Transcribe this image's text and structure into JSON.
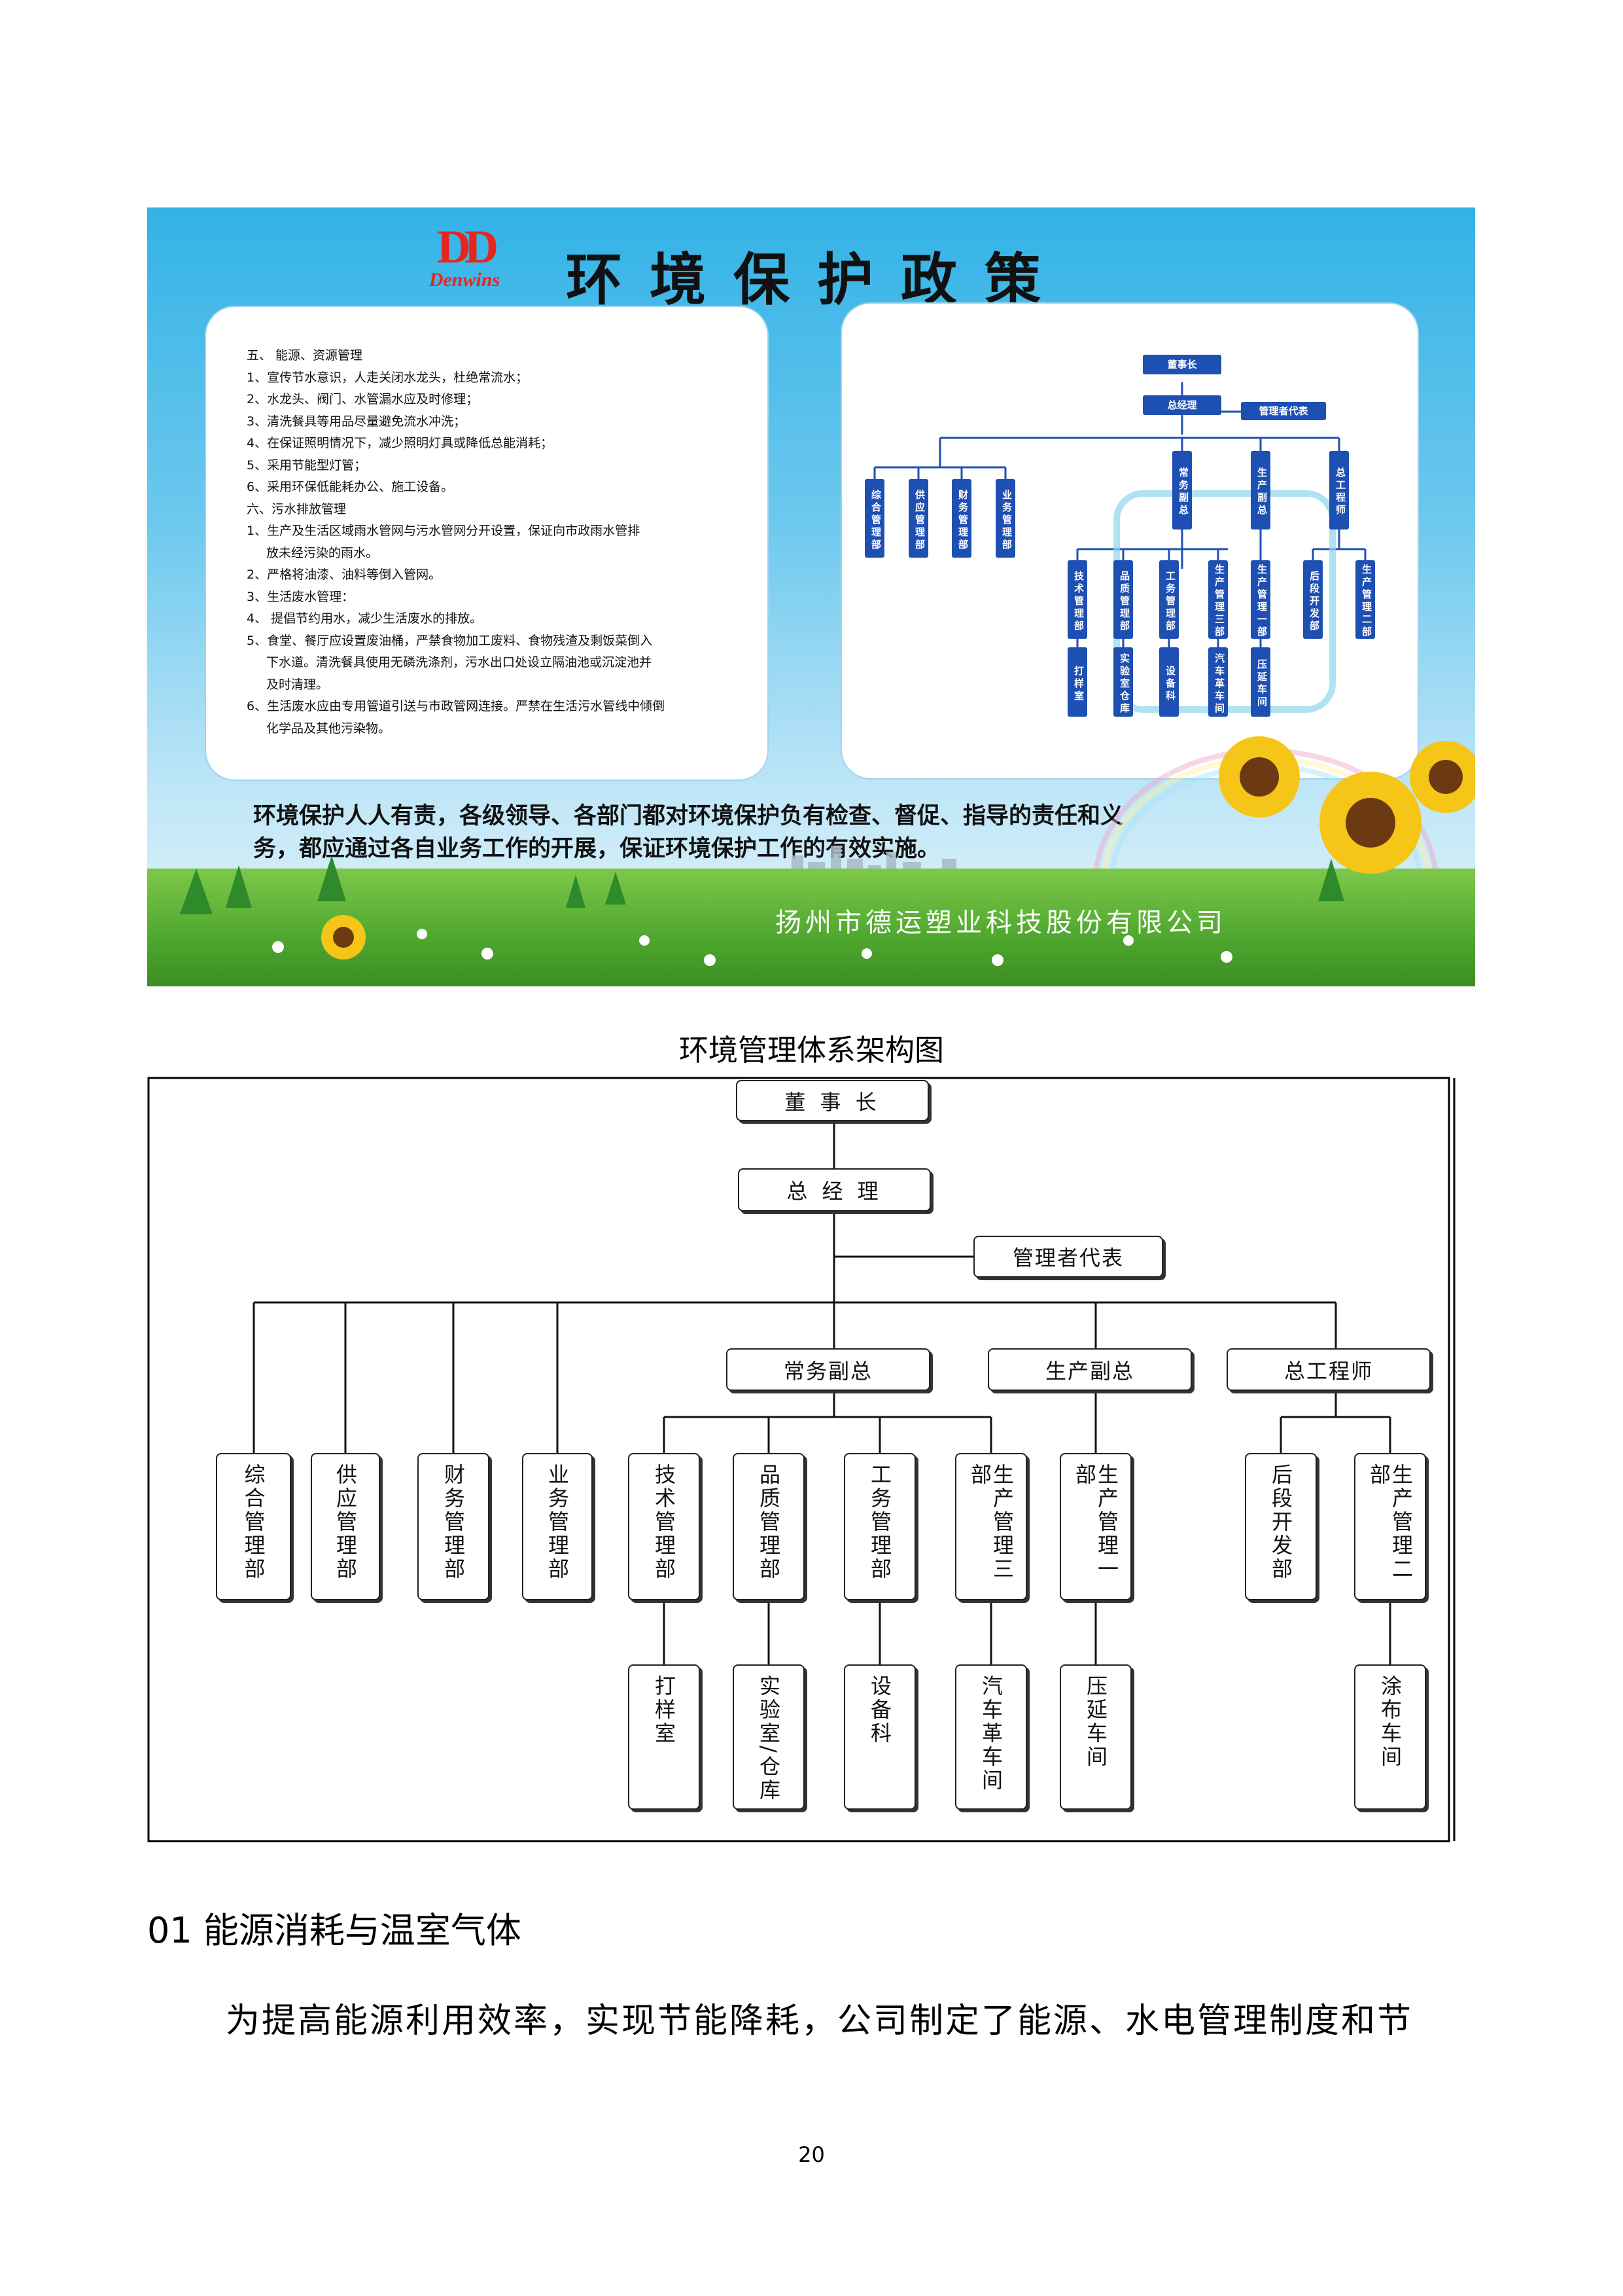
{
  "poster": {
    "logo_mark": "DD",
    "logo_text": "Denwins",
    "title": "环境保护政策",
    "policy_lines": [
      "五、 能源、资源管理",
      "1、宣传节水意识，人走关闭水龙头，杜绝常流水；",
      "2、水龙头、阀门、水管漏水应及时修理；",
      "3、清洗餐具等用品尽量避免流水冲洗；",
      "4、在保证照明情况下，减少照明灯具或降低总能消耗；",
      "5、采用节能型灯管；",
      "6、采用环保低能耗办公、施工设备。",
      "六、污水排放管理",
      "1、生产及生活区域雨水管网与污水管网分开设置，保证向市政雨水管排",
      "放未经污染的雨水。",
      "2、严格将油漆、油料等倒入管网。",
      "3、生活废水管理：",
      "4、 提倡节约用水，减少生活废水的排放。",
      "5、食堂、餐厅应设置废油桶，严禁食物加工废料、食物残渣及剩饭菜倒入",
      "下水道。清洗餐具使用无磷洗涤剂，污水出口处设立隔油池或沉淀池并",
      "及时清理。",
      "6、生活废水应由专用管道引送与市政管网连接。严禁在生活污水管线中倾倒",
      "化学品及其他污染物。"
    ],
    "mini_chart": {
      "chairman": "董事长",
      "gm": "总经理",
      "rep": "管理者代表",
      "deputies": [
        "常务副总",
        "生产副总",
        "总工程师"
      ],
      "left_depts": [
        "综合管理部",
        "供应管理部",
        "财务管理部",
        "业务管理部"
      ],
      "sub_depts": [
        "技术管理部",
        "品质管理部",
        "工务管理部",
        "生产管理三部",
        "生产管理一部",
        "后段开发部",
        "生产管理二部"
      ],
      "units": [
        "打样室",
        "实验室仓库",
        "设备科",
        "汽车革车间",
        "压延车间"
      ]
    },
    "slogan_line1": "环境保护人人有责，各级领导、各部门都对环境保护负有检查、督促、指导的责任和义",
    "slogan_line2": "务，都应通过各自业务工作的开展，保证环境保护工作的有效实施。",
    "company": "扬州市德运塑业科技股份有限公司"
  },
  "caption": "环境管理体系架构图",
  "org": {
    "chairman": "董 事 长",
    "gm": "总 经 理",
    "rep": "管理者代表",
    "deputy_exec": "常务副总",
    "deputy_prod": "生产副总",
    "chief_eng": "总工程师",
    "depts": [
      "综合管理部",
      "供应管理部",
      "财务管理部",
      "业务管理部",
      "技术管理部",
      "品质管理部",
      "工务管理部",
      "生产管理三部",
      "生产管理一部",
      "后段开发部",
      "生产管理二部"
    ],
    "units": [
      "打样室",
      "实验室/仓库",
      "设备科",
      "汽车革车间",
      "压延车间",
      "涂布车间"
    ]
  },
  "section_heading": "01 能源消耗与温室气体",
  "paragraph": "为提高能源利用效率，实现节能降耗，公司制定了能源、水电管理制度和节",
  "page_number": "20"
}
